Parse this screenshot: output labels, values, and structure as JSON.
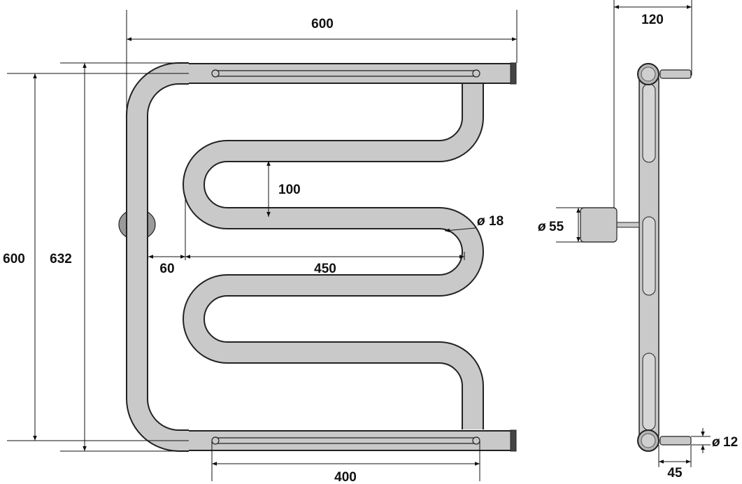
{
  "front_view": {
    "width_overall": "600",
    "height_inner": "600",
    "height_overall": "632",
    "bend_spacing": "100",
    "pipe_diameter": "18",
    "side_offset": "60",
    "bend_width": "450",
    "mount_spacing": "400",
    "diameter_symbol": "ø"
  },
  "side_view": {
    "depth": "120",
    "flange_diameter": "55",
    "bracket_length": "45",
    "bracket_diameter": "12",
    "diameter_symbol": "ø"
  }
}
